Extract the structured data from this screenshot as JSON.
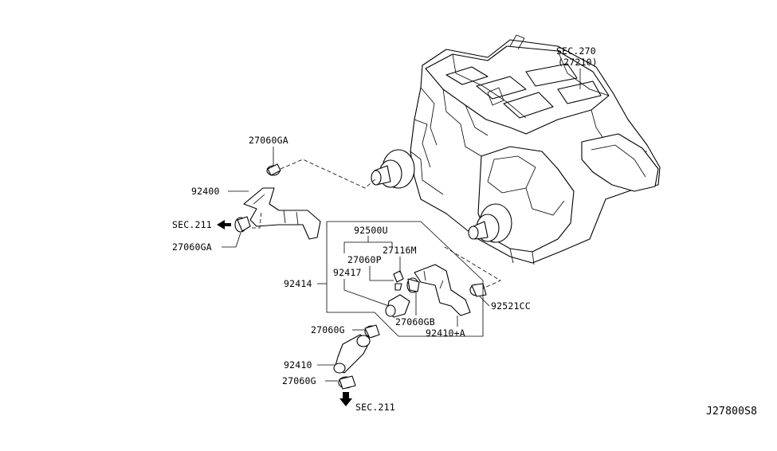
{
  "labels": {
    "sec270": "SEC.270",
    "part27210": "(27210)",
    "clamp_ga_top": "27060GA",
    "hose_92400": "92400",
    "sec211_left": "SEC.211",
    "clamp_ga_bottom": "27060GA",
    "hose_92500u": "92500U",
    "valve_27116m": "27116M",
    "part_27060p": "27060P",
    "hose_92417": "92417",
    "hose_92414": "92414",
    "clamp_92521cc": "92521CC",
    "clamp_27060gb": "27060GB",
    "hose_92410a": "92410+A",
    "clamp_27060g_top": "27060G",
    "hose_92410": "92410",
    "clamp_27060g_bottom": "27060G",
    "sec211_bottom": "SEC.211",
    "diagram_code": "J27800S8"
  }
}
